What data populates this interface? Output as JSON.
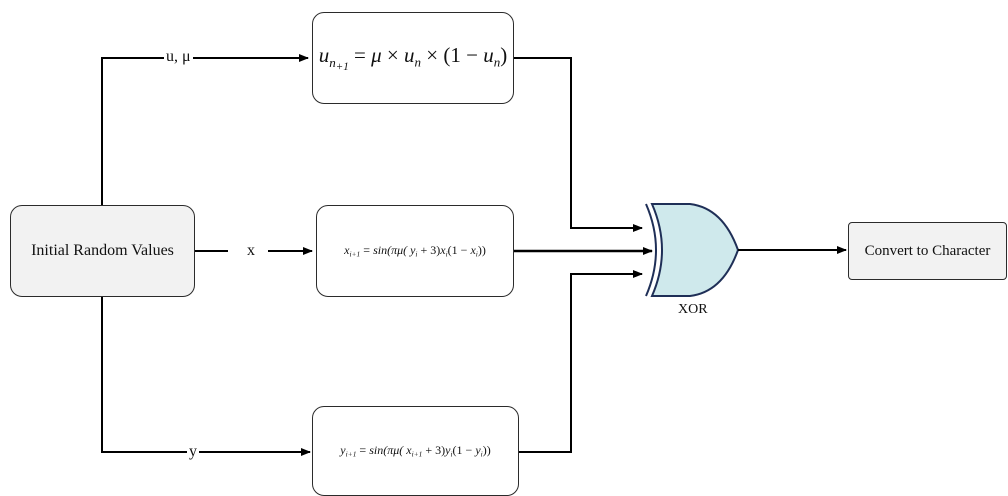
{
  "nodes": {
    "start": {
      "label": "Initial Random Values"
    },
    "output": {
      "label": "Convert to Character"
    },
    "gate": {
      "label": "XOR"
    }
  },
  "edge_labels": {
    "u_mu": "u, μ",
    "x": "x",
    "y": "y"
  },
  "colors": {
    "gate_fill": "#cfe9ec",
    "gate_stroke": "#1f2f57",
    "line": "#000000"
  }
}
